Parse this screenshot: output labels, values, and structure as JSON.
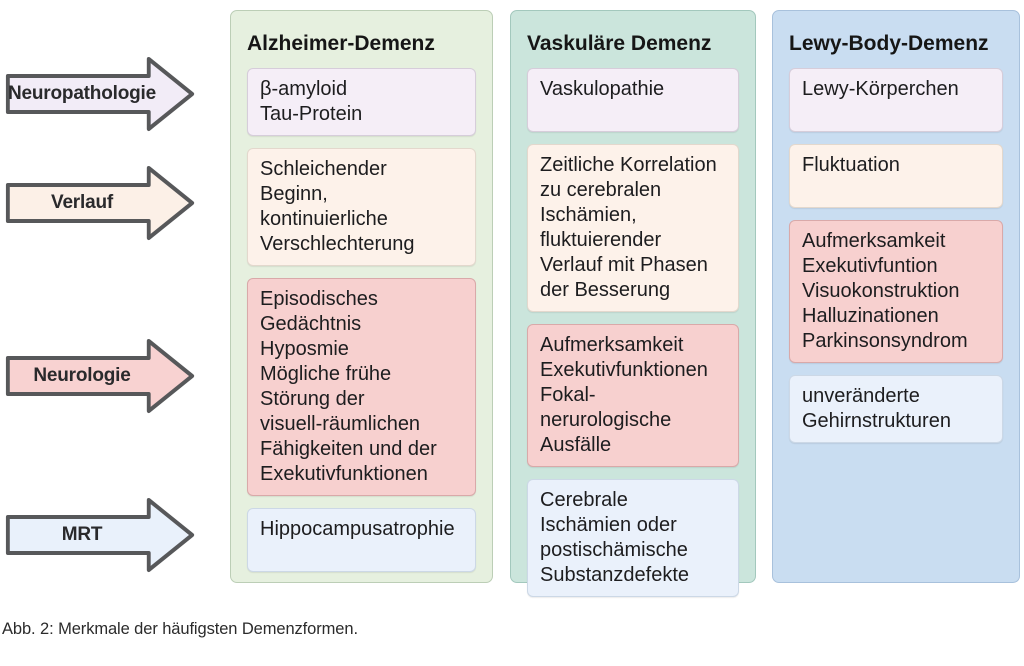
{
  "figure": {
    "caption": "Abb. 2: Merkmale der häufigsten Demenzformen."
  },
  "palette": {
    "column_alzheimer_bg": "#e6f0df",
    "column_vaskulaer_bg": "#cbe5dc",
    "column_lewy_bg": "#c9ddf1",
    "box_neuropathologie": "#f5eef7",
    "box_verlauf": "#fdf2ea",
    "box_neurologie": "#f7d0cf",
    "box_mrt": "#eaf1fb",
    "arrow_outline": "#57585a"
  },
  "row_labels": [
    {
      "label": "Neuropathologie",
      "fill": "#f2ecf7"
    },
    {
      "label": "Verlauf",
      "fill": "#fcf0e7"
    },
    {
      "label": "Neurologie",
      "fill": "#f8d2d1"
    },
    {
      "label": "MRT",
      "fill": "#e9f1fb"
    }
  ],
  "columns": [
    {
      "title": "Alzheimer-Demenz",
      "boxes": [
        {
          "row": "Neuropathologie",
          "text": "β-amyloid\nTau-Protein"
        },
        {
          "row": "Verlauf",
          "text": "Schleichender\nBeginn,\nkontinuierliche\nVerschlechterung"
        },
        {
          "row": "Neurologie",
          "text": "Episodisches\nGedächtnis\nHyposmie\nMögliche frühe\nStörung der\nvisuell-räumlichen\nFähigkeiten und der\nExekutivfunktionen"
        },
        {
          "row": "MRT",
          "text": "Hippocampusatrophie"
        }
      ]
    },
    {
      "title": "Vaskuläre Demenz",
      "boxes": [
        {
          "row": "Neuropathologie",
          "text": "Vaskulopathie"
        },
        {
          "row": "Verlauf",
          "text": "Zeitliche Korrelation\nzu cerebralen\nIschämien,\nfluktuierender\nVerlauf mit Phasen\nder Besserung"
        },
        {
          "row": "Neurologie",
          "text": "Aufmerksamkeit\nExekutivfunktionen\nFokal-nerurologische\nAusfälle"
        },
        {
          "row": "MRT",
          "text": "Cerebrale\nIschämien oder\npostischämische\nSubstanzdefekte"
        }
      ]
    },
    {
      "title": "Lewy-Body-Demenz",
      "boxes": [
        {
          "row": "Neuropathologie",
          "text": "Lewy-Körperchen"
        },
        {
          "row": "Verlauf",
          "text": "Fluktuation"
        },
        {
          "row": "Neurologie",
          "text": "Aufmerksamkeit\nExekutivfuntion\nVisuokonstruktion\nHalluzinationen\nParkinsonsyndrom"
        },
        {
          "row": "MRT",
          "text": "unveränderte\nGehirnstrukturen"
        }
      ]
    }
  ]
}
